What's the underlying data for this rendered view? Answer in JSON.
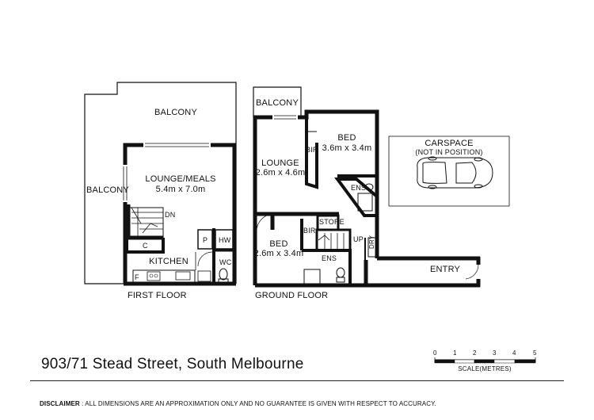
{
  "address": "903/71 Stead Street, South Melbourne",
  "first_floor": {
    "name": "FIRST FLOOR",
    "rooms": {
      "balcony_top": "BALCONY",
      "balcony_left": "BALCONY",
      "lounge_meals": "LOUNGE/MEALS",
      "lounge_meals_dim": "5.4m x 7.0m",
      "dn": "DN",
      "c": "C",
      "p": "P",
      "hw": "HW",
      "kitchen": "KITCHEN",
      "wc": "WC",
      "f": "F"
    }
  },
  "ground_floor": {
    "name": "GROUND FLOOR",
    "rooms": {
      "balcony": "BALCONY",
      "lounge": "LOUNGE",
      "lounge_dim": "2.6m x 4.6m",
      "bir_top": "BIR",
      "bed_top": "BED",
      "bed_top_dim": "3.6m x 3.4m",
      "ens_top": "ENS",
      "bir_bottom": "BIR",
      "store": "STORE",
      "bed_bottom": "BED",
      "bed_bottom_dim": "2.6m x 3.4m",
      "up": "UP",
      "dry": "DRY",
      "ens_bottom": "ENS",
      "entry": "ENTRY"
    }
  },
  "carspace": {
    "title": "CARSPACE",
    "note": "(NOT IN POSITION)"
  },
  "scale": {
    "ticks": [
      "0",
      "1",
      "2",
      "3",
      "4",
      "5"
    ],
    "label": "SCALE(METRES)"
  },
  "disclaimer": {
    "lead": "DISCLAIMER",
    "text": " : ALL DIMENSIONS ARE AN APPROXIMATION ONLY AND NO GUARANTEE IS GIVEN WITH RESPECT TO ACCURACY."
  }
}
